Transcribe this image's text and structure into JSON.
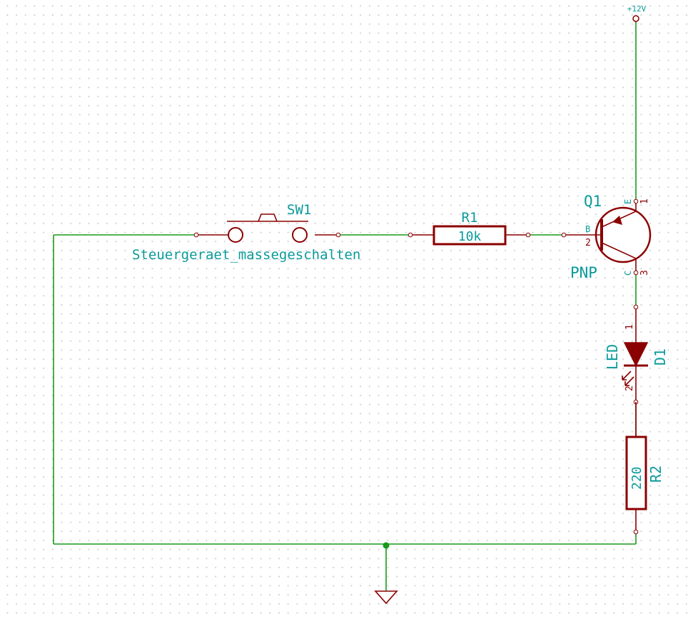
{
  "power": {
    "label": "+12V"
  },
  "switch": {
    "ref": "SW1",
    "value": "Steuergeraet_massegeschalten"
  },
  "r1": {
    "ref": "R1",
    "value": "10k"
  },
  "q1": {
    "ref": "Q1",
    "value": "PNP",
    "pin_b_name": "B",
    "pin_b_num": "2",
    "pin_e_name": "E",
    "pin_e_num": "1",
    "pin_c_name": "C",
    "pin_c_num": "3"
  },
  "d1": {
    "ref": "D1",
    "value": "LED",
    "pin_a_num": "1",
    "pin_k_num": "2"
  },
  "r2": {
    "ref": "R2",
    "value": "220"
  },
  "colors": {
    "wire": "#1a9a1a",
    "component": "#8b0000",
    "text": "#0a9a9a",
    "grid": "#c9c9c9"
  }
}
